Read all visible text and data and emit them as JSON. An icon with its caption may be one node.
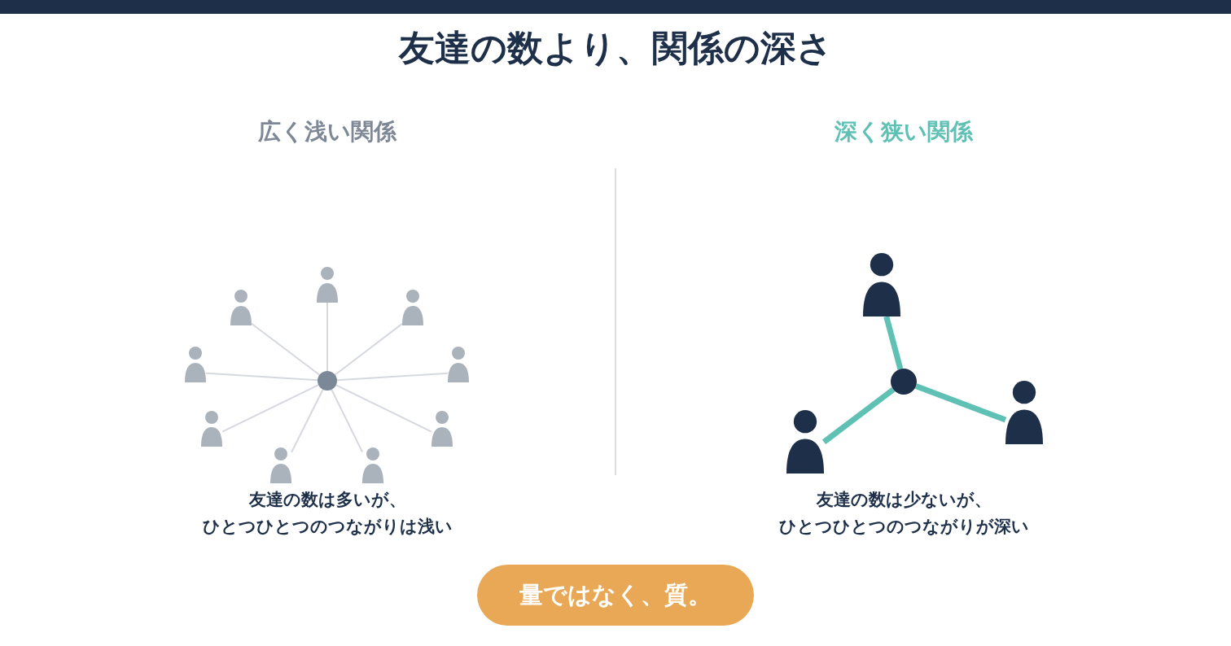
{
  "diagram": {
    "title": "友達の数より、関係の深さ",
    "nodes": [
      {
        "text": [],
        "shape": "circle"
      },
      {
        "text": [],
        "shape": "person"
      },
      {
        "text": [],
        "shape": "person"
      },
      {
        "text": [],
        "shape": "person"
      },
      {
        "text": [],
        "shape": "person"
      },
      {
        "text": [],
        "shape": "person"
      },
      {
        "text": [],
        "shape": "person"
      },
      {
        "text": [],
        "shape": "person"
      },
      {
        "text": [],
        "shape": "person"
      },
      {
        "text": [],
        "shape": "person"
      },
      {
        "text": [],
        "shape": "circle"
      },
      {
        "text": [],
        "shape": "person"
      },
      {
        "text": [],
        "shape": "person"
      },
      {
        "text": [],
        "shape": "person"
      },
      {
        "text": [
          "量ではなく、質。"
        ]
      }
    ],
    "edges": [
      {
        "from": 0,
        "to": 1,
        "arrow": "none"
      },
      {
        "from": 0,
        "to": 2,
        "arrow": "none"
      },
      {
        "from": 0,
        "to": 3,
        "arrow": "none"
      },
      {
        "from": 0,
        "to": 4,
        "arrow": "none"
      },
      {
        "from": 0,
        "to": 5,
        "arrow": "none"
      },
      {
        "from": 0,
        "to": 6,
        "arrow": "none"
      },
      {
        "from": 0,
        "to": 7,
        "arrow": "none"
      },
      {
        "from": 0,
        "to": 8,
        "arrow": "none"
      },
      {
        "from": 0,
        "to": 9,
        "arrow": "none"
      },
      {
        "from": 10,
        "to": 11,
        "arrow": "none",
        "style": "thick",
        "color": "#5fc0b4"
      },
      {
        "from": 10,
        "to": 12,
        "arrow": "none",
        "style": "thick",
        "color": "#5fc0b4"
      },
      {
        "from": 10,
        "to": 13,
        "arrow": "none",
        "style": "thick",
        "color": "#5fc0b4"
      }
    ],
    "labels": [
      "広く浅い関係",
      "深く狭い関係",
      "友達の数は多いが、ひとつひとつのつながりは浅い",
      "友達の数は少ないが、ひとつひとつのつながりが深い"
    ]
  }
}
